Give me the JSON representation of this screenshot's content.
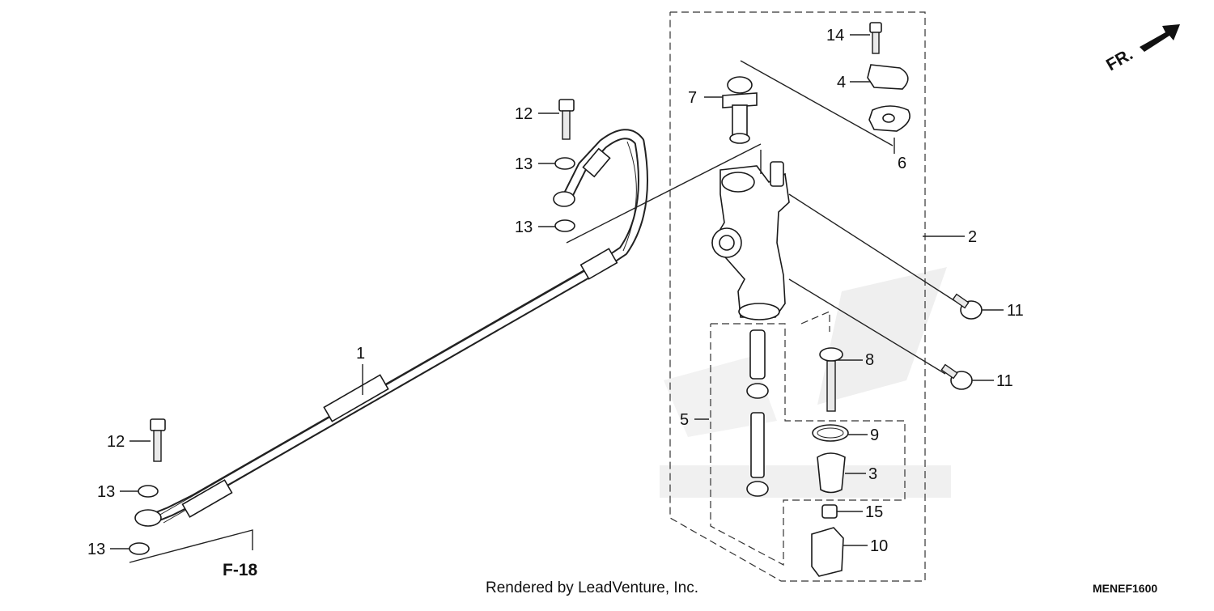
{
  "diagram": {
    "fr_indicator": "FR.",
    "reference_label": "F-18",
    "credit": "Rendered by LeadVenture, Inc.",
    "code": "MENEF1600",
    "callouts": {
      "c1": "1",
      "c2": "2",
      "c3": "3",
      "c4": "4",
      "c5": "5",
      "c6": "6",
      "c7": "7",
      "c8": "8",
      "c9": "9",
      "c10": "10",
      "c11a": "11",
      "c11b": "11",
      "c12a": "12",
      "c12b": "12",
      "c13a": "13",
      "c13b": "13",
      "c13c": "13",
      "c13d": "13",
      "c14": "14",
      "c15": "15"
    },
    "colors": {
      "line": "#222222",
      "watermark": "#d8d8d8"
    }
  }
}
